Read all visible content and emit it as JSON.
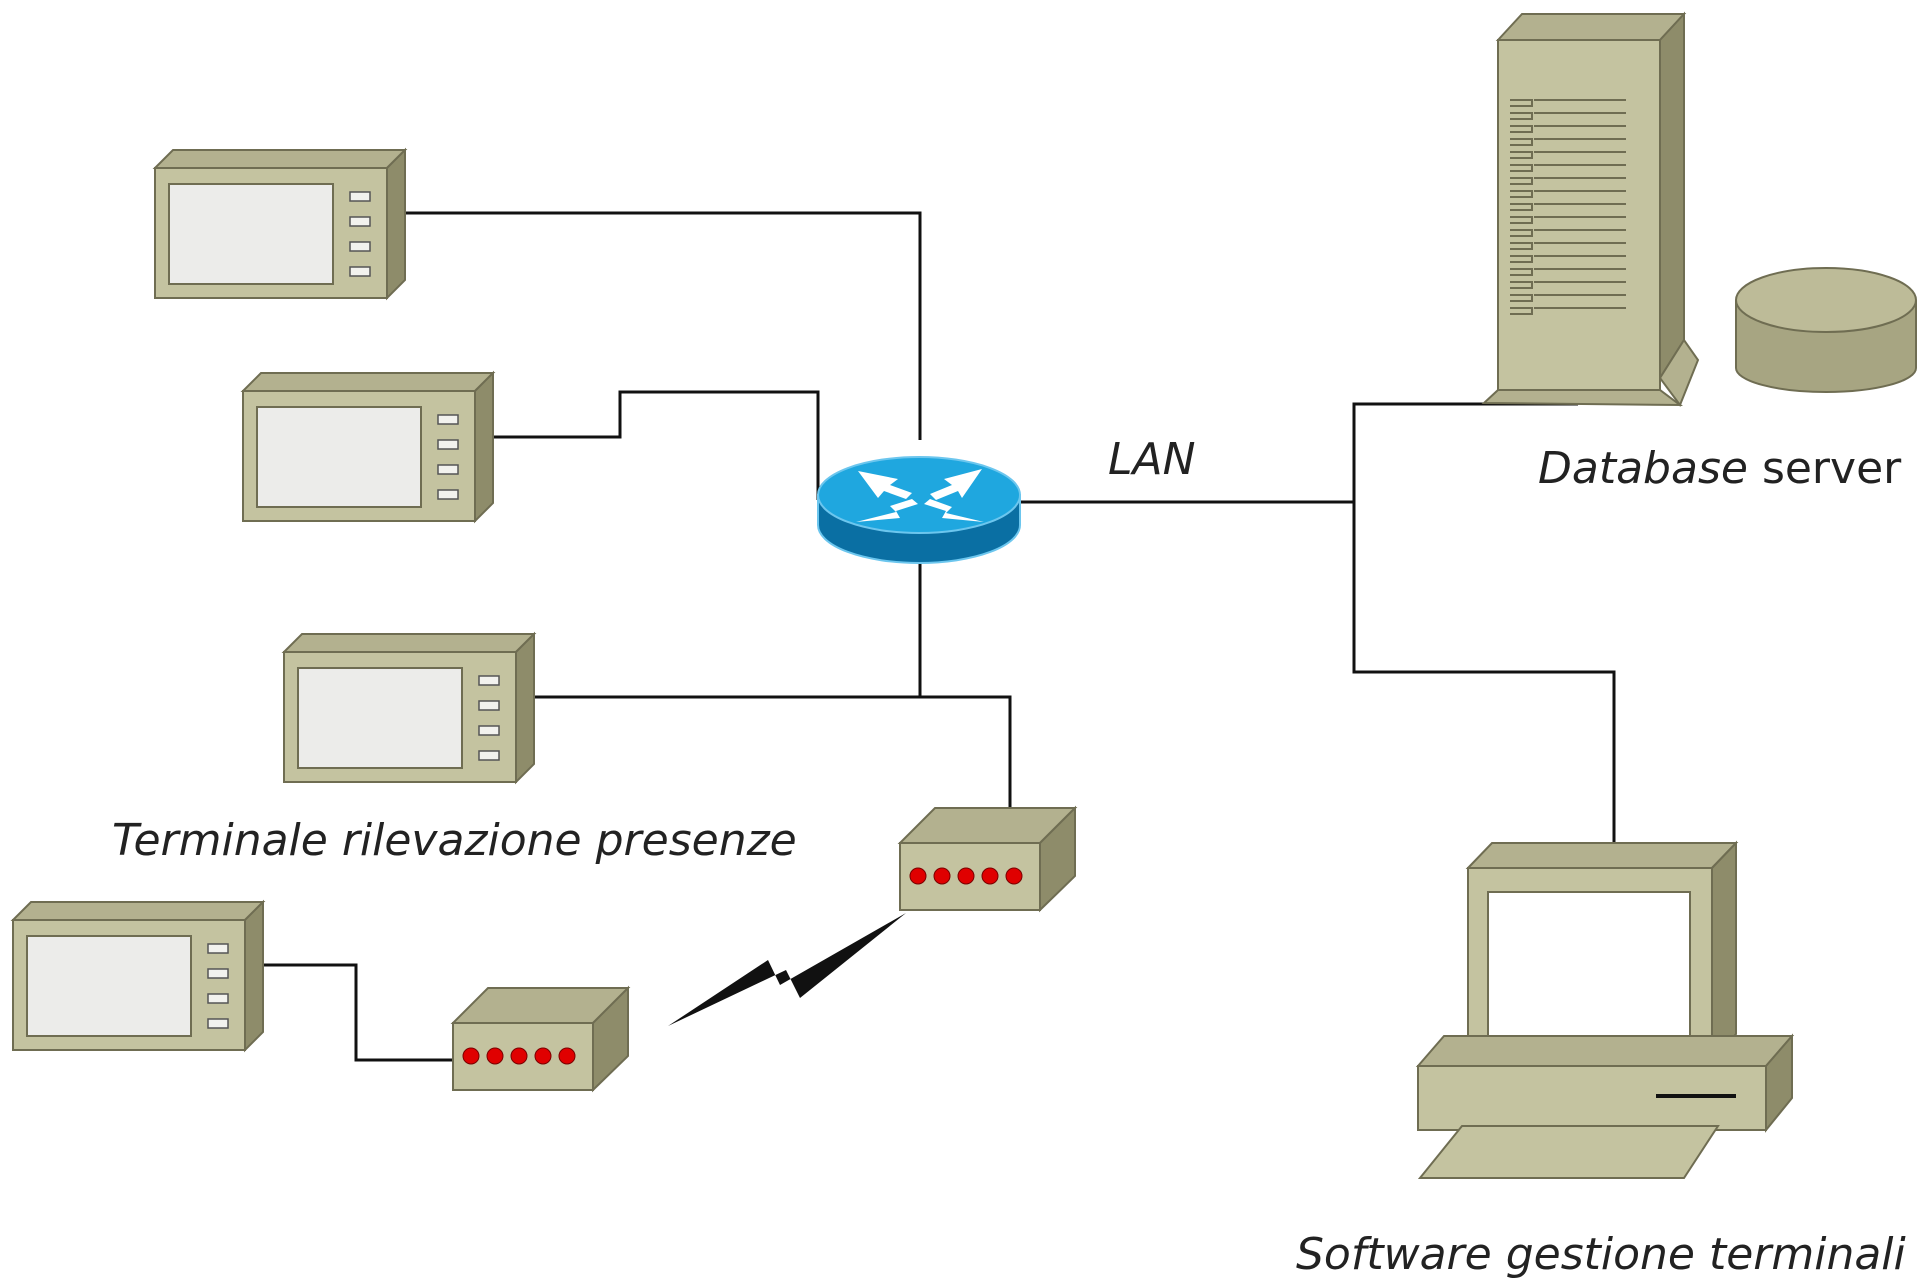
{
  "labels": {
    "lan": "LAN",
    "database_server_italic": "Database",
    "database_server_plain": " server",
    "terminal": "Terminale rilevazione presenze",
    "software": "Software gestione terminali"
  },
  "colors": {
    "device_body": "#c4c3a0",
    "device_side": "#8e8c6a",
    "device_top": "#b3b18f",
    "screen": "#ececea",
    "router_top": "#1fa7df",
    "router_side": "#0a6fa3",
    "led": "#e00000",
    "wire": "#111111"
  }
}
